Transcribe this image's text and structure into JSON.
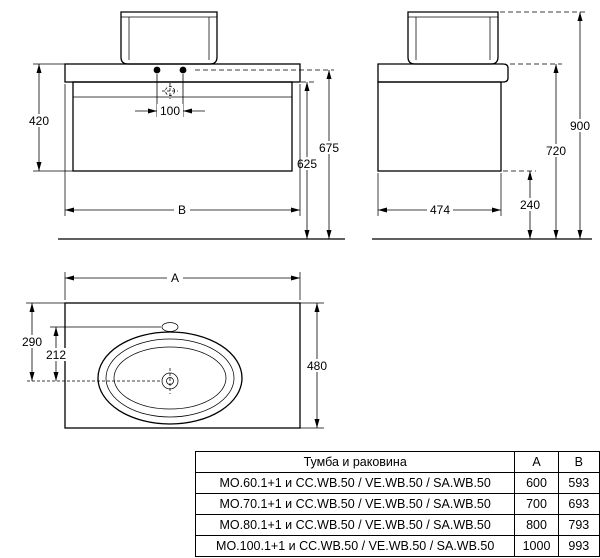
{
  "colors": {
    "line": "#000000",
    "background": "#ffffff"
  },
  "drawing": {
    "front_view": {
      "dim_height_cabinet": "420",
      "dim_faucet_spacing": "100",
      "dim_undertop_to_floor": "625",
      "dim_top_to_floor": "675",
      "dim_width": "B"
    },
    "side_view": {
      "dim_depth_cabinet": "474",
      "dim_floor_gap": "240",
      "dim_countertop_height": "720",
      "dim_total_height": "900"
    },
    "top_view": {
      "dim_width": "A",
      "dim_back_to_drain": "290",
      "dim_faucet_to_drain": "212",
      "dim_depth": "480"
    }
  },
  "table": {
    "header": {
      "name": "Тумба и раковина",
      "a": "A",
      "b": "B"
    },
    "rows": [
      {
        "name": "MO.60.1+1 и CC.WB.50 / VE.WB.50 / SA.WB.50",
        "a": "600",
        "b": "593"
      },
      {
        "name": "MO.70.1+1 и CC.WB.50 / VE.WB.50 / SA.WB.50",
        "a": "700",
        "b": "693"
      },
      {
        "name": "MO.80.1+1 и CC.WB.50 / VE.WB.50 / SA.WB.50",
        "a": "800",
        "b": "793"
      },
      {
        "name": "MO.100.1+1 и CC.WB.50 / VE.WB.50 / SA.WB.50",
        "a": "1000",
        "b": "993"
      }
    ]
  }
}
